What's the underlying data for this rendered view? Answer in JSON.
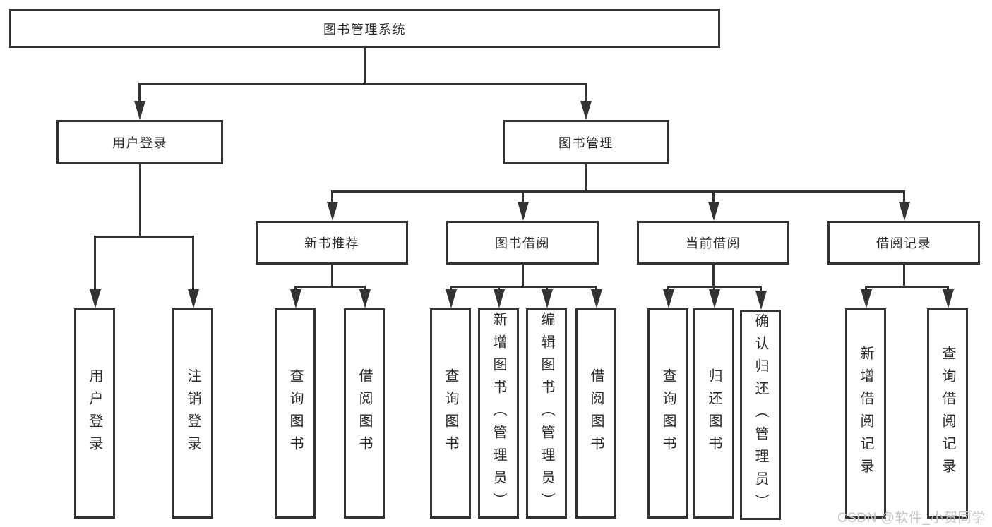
{
  "colors": {
    "line": "#333333",
    "box_border": "#333333",
    "text": "#2b2b2b",
    "background": "#ffffff",
    "watermark": "#c6c6c6"
  },
  "tree": {
    "root": {
      "label": "图书管理系统"
    },
    "branches": [
      {
        "label": "用户登录",
        "children": [
          {
            "label": "用户登录"
          },
          {
            "label": "注销登录"
          }
        ]
      },
      {
        "label": "图书管理",
        "children": [
          {
            "label": "新书推荐",
            "children": [
              {
                "label": "查询图书"
              },
              {
                "label": "借阅图书"
              }
            ]
          },
          {
            "label": "图书借阅",
            "children": [
              {
                "label": "查询图书"
              },
              {
                "label": "新增图书（管理员）"
              },
              {
                "label": "编辑图书（管理员）"
              },
              {
                "label": "借阅图书"
              }
            ]
          },
          {
            "label": "当前借阅",
            "children": [
              {
                "label": "查询图书"
              },
              {
                "label": "归还图书"
              },
              {
                "label": "确认归还（管理员）"
              }
            ]
          },
          {
            "label": "借阅记录",
            "children": [
              {
                "label": "新增借阅记录"
              },
              {
                "label": "查询借阅记录"
              }
            ]
          }
        ]
      }
    ]
  },
  "watermark": "CSDN @软件_小贺同学"
}
